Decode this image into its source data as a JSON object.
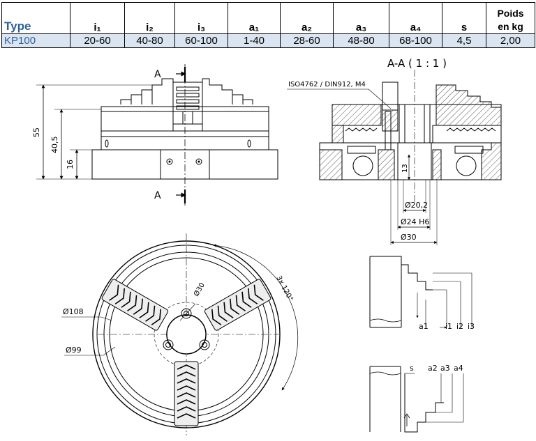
{
  "table": {
    "headers": [
      "Type",
      "i1",
      "i2",
      "i3",
      "a1",
      "a2",
      "a3",
      "a4",
      "s"
    ],
    "weight_header": [
      "Poids",
      "en kg"
    ],
    "rows": [
      {
        "type": "KP100",
        "i1": "20-60",
        "i2": "40-80",
        "i3": "60-100",
        "a1": "1-40",
        "a2": "28-60",
        "a3": "48-80",
        "a4": "68-100",
        "s": "4,5",
        "weight": "2,00"
      }
    ]
  },
  "front_view": {
    "section_marker": "A",
    "dim_total_height": "55",
    "dim_mid_height": "40,5",
    "dim_base_height": "16"
  },
  "section_view": {
    "title": "A-A ( 1 : 1 )",
    "screw_note": "ISO4762 / DIN912, M4",
    "dim_bore_height": "13",
    "dim_bore_small": "Ø20,2",
    "dim_bore_fit": "Ø24 H6",
    "dim_bore_large": "Ø30"
  },
  "top_view": {
    "dim_outer_diameter": "Ø108",
    "dim_body_diameter": "Ø99",
    "dim_bolt_circle": "Ø30",
    "dim_jaw_angle": "3x 120°"
  },
  "jaw_detail_inner": {
    "labels": [
      "a1",
      "i1",
      "i2",
      "i3"
    ]
  },
  "jaw_detail_outer": {
    "labels": [
      "s",
      "a2",
      "a3",
      "a4"
    ]
  },
  "colors": {
    "table_data_background": "#dbe5f1",
    "model_text": "#2f5f9a",
    "line": "#000000",
    "hatch": "#555555"
  }
}
